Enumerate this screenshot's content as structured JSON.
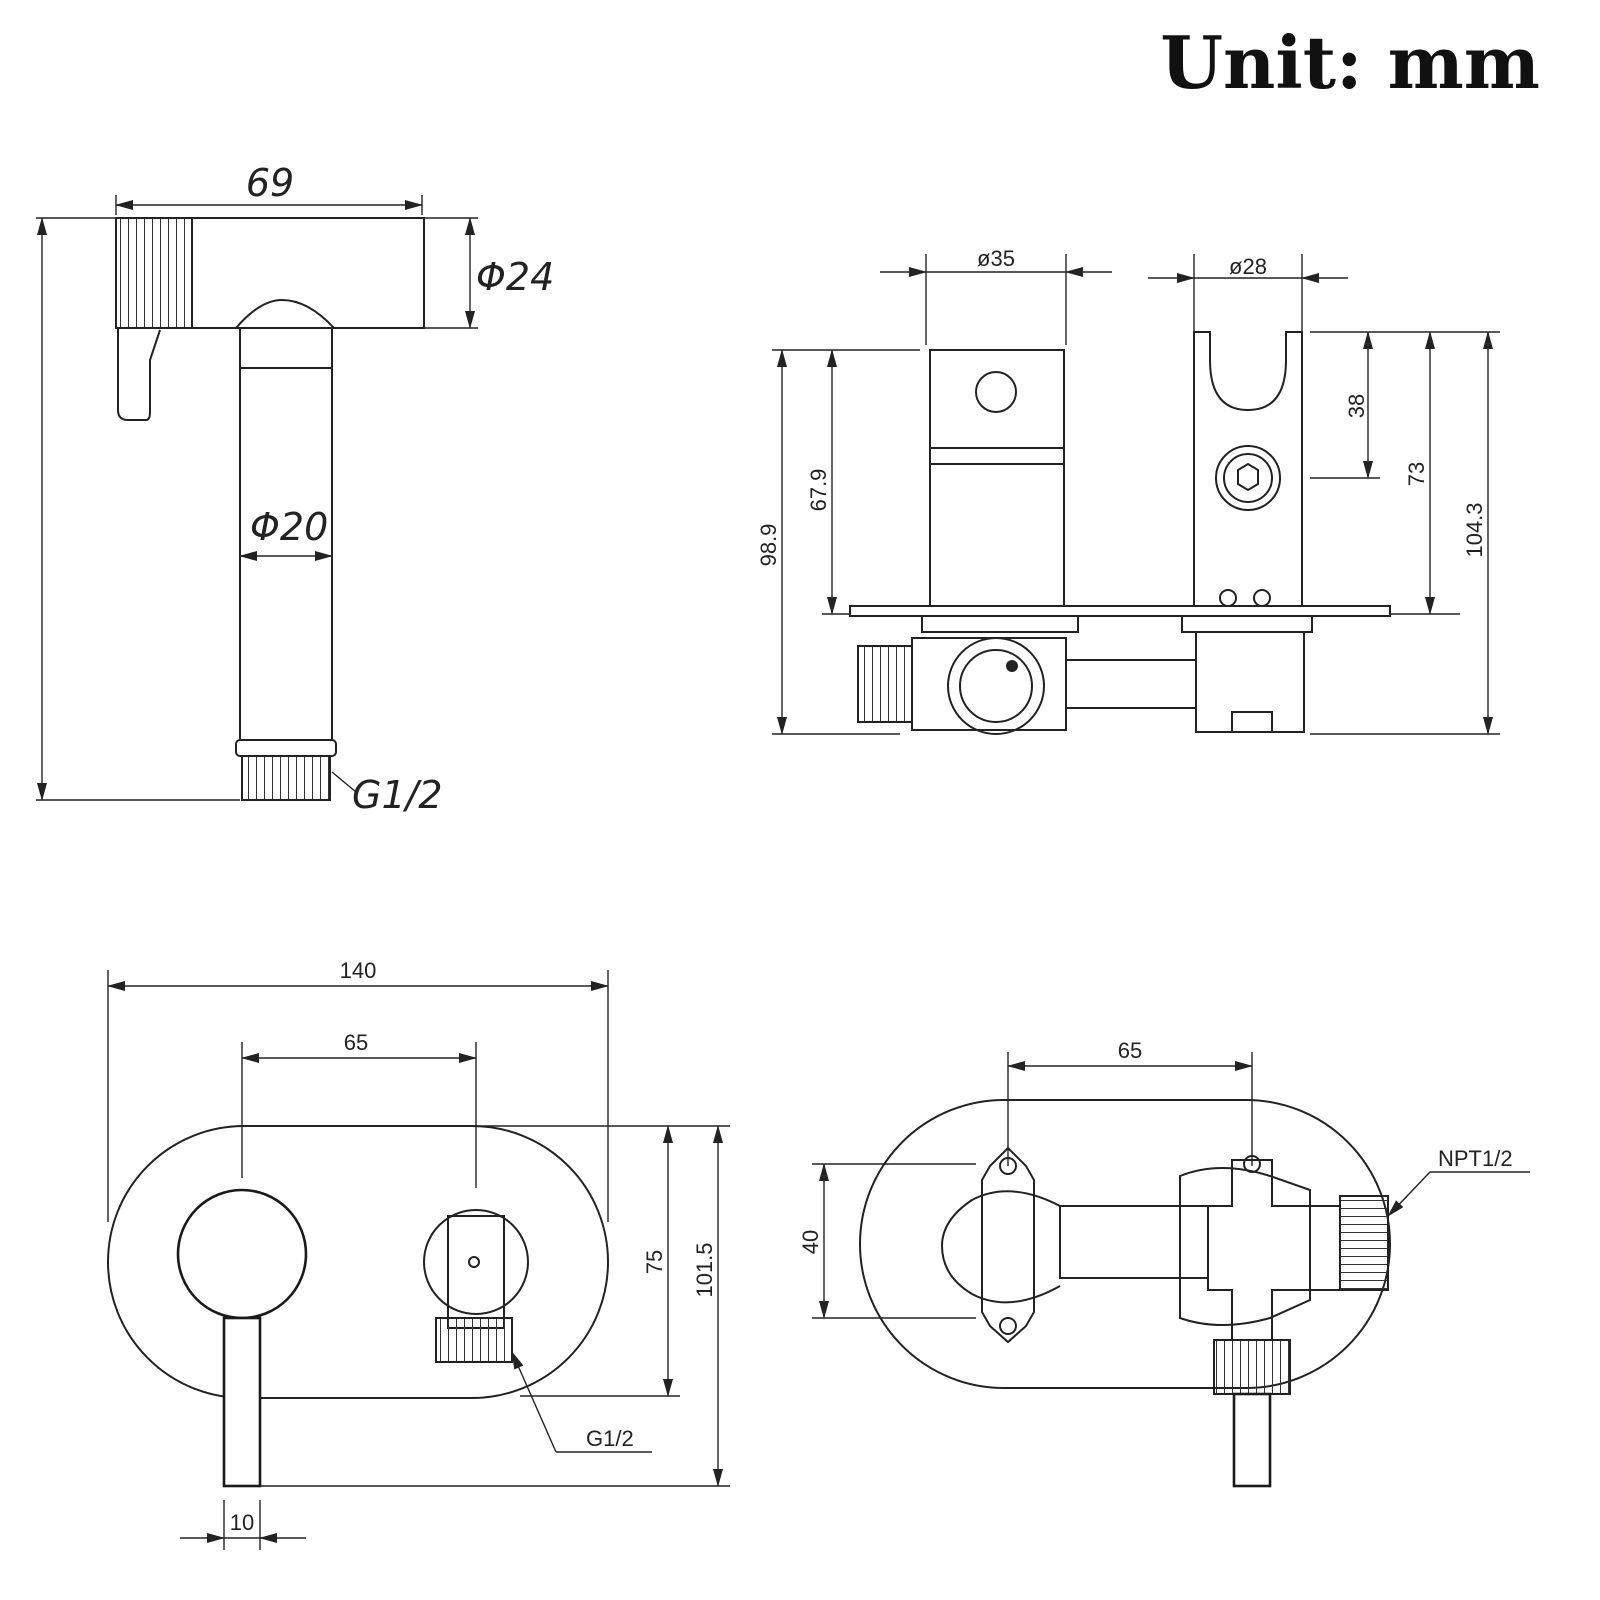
{
  "unit_label": "Unit: mm",
  "views": {
    "sprayer": {
      "width": "69",
      "head_dia": "Φ24",
      "pipe_dia": "Φ20",
      "thread": "G1/2"
    },
    "side": {
      "dia_left": "ø35",
      "dia_right": "ø28",
      "h_98_9": "98.9",
      "h_67_9": "67.9",
      "h_38": "38",
      "h_73": "73",
      "h_104_3": "104.3"
    },
    "front": {
      "width_total": "140",
      "center_dist": "65",
      "h_75": "75",
      "h_101_5": "101.5",
      "handle_w": "10",
      "thread": "G1/2"
    },
    "back": {
      "center_dist": "65",
      "h_40": "40",
      "thread": "NPT1/2"
    }
  }
}
